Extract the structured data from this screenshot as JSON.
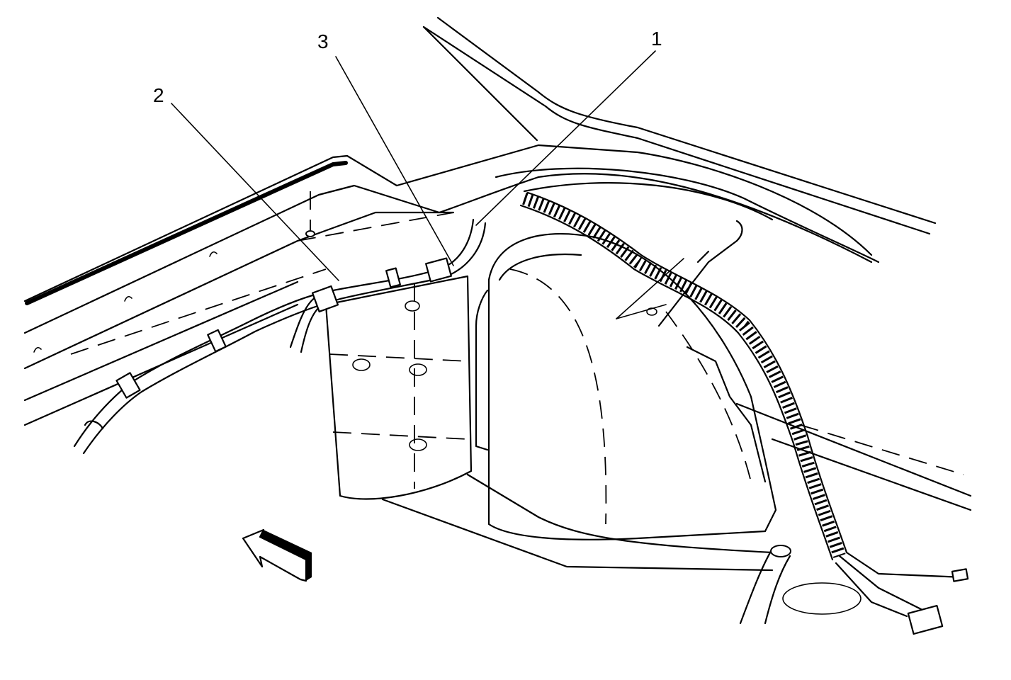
{
  "callouts": [
    {
      "id": "1",
      "label": "1"
    },
    {
      "id": "2",
      "label": "2"
    },
    {
      "id": "3",
      "label": "3"
    }
  ],
  "icons": {
    "direction_arrow": "arrow-icon"
  },
  "colors": {
    "line": "#000000",
    "background": "#ffffff"
  }
}
